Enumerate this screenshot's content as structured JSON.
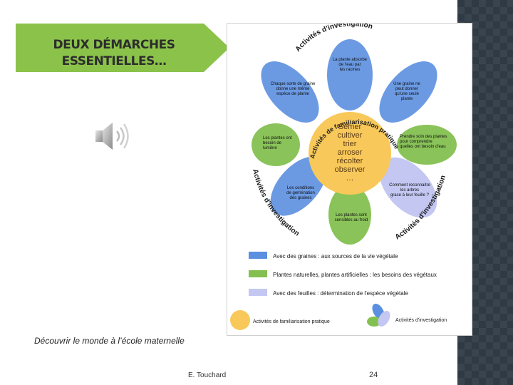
{
  "slide": {
    "title_line1": "DEUX DÉMARCHES",
    "title_line2": "ESSENTIELLES…",
    "caption": "Découvrir le monde à l’école maternelle",
    "author": "E. Touchard",
    "page_number": "24",
    "speaker_icon": "speaker-audio-icon"
  },
  "figure": {
    "arc_top": "Activités d'investigation",
    "arc_left": "Activités d'investigation",
    "arc_right": "Activités d'investigation",
    "arc_center": "Activités de familiarisation pratique",
    "center_words": [
      "Semer",
      "cultiver",
      "trier",
      "arroser",
      "récolter",
      "observer",
      "…"
    ],
    "petal_top": [
      "La plante absorbe",
      "de l'eau par",
      "les racines"
    ],
    "petal_top_left": [
      "Chaque sorte de graine",
      "donne une même",
      "espèce de plante"
    ],
    "petal_top_right": [
      "Une graine ne",
      "peut donner",
      "qu'une seule",
      "plante"
    ],
    "petal_left": [
      "Les plantes ont",
      "besoin de",
      "lumière"
    ],
    "petal_right": [
      "Prendre soin des plantes",
      "pour comprendre",
      "quelles ont besoin d'eau"
    ],
    "petal_bottom_left": [
      "Les conditions",
      "de germination",
      "des graines"
    ],
    "petal_bottom_right": [
      "Comment reconnaitre",
      "les arbres",
      "grace à leur feuille ?"
    ],
    "petal_bottom": [
      "Les plantes sont",
      "sensibles au froid"
    ],
    "legend": [
      {
        "text": "Avec des graines : aux sources de la vie végétale",
        "color": "#5b8fe0"
      },
      {
        "text": "Plantes naturelles, plantes artificielles : les besoins des végétaux",
        "color": "#84c050"
      },
      {
        "text": "Avec des feuilles : détermination de l'espèce végétale",
        "color": "#c3c7f2"
      }
    ],
    "legend_fam": "Activités de familiarisation pratique",
    "legend_inv": "Activités d'investigation",
    "colors": {
      "blue": "#5b8fe0",
      "green": "#84c050",
      "lavender": "#c3c7f2",
      "yellow": "#f8c95a"
    }
  }
}
